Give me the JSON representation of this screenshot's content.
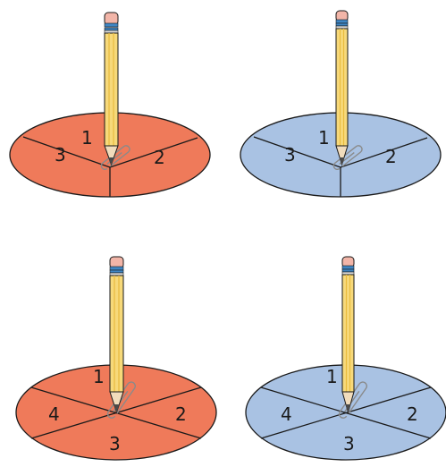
{
  "colors": {
    "orange": "#ef7a5a",
    "blue": "#a9c2e3",
    "pencil_body": "#f7d97a",
    "pencil_stripe": "#e9bb3e",
    "eraser": "#f2b5a8",
    "ferrule_blue": "#3f86c4",
    "wood": "#f1dcbc",
    "graphite": "#4a4a4a",
    "clip": "#8a8a8a"
  },
  "spinners": [
    {
      "id": "spinner-orange-3",
      "color": "orange",
      "labels": [
        "1",
        "2",
        "3"
      ]
    },
    {
      "id": "spinner-blue-3",
      "color": "blue",
      "labels": [
        "1",
        "2",
        "3"
      ]
    },
    {
      "id": "spinner-orange-4",
      "color": "orange",
      "labels": [
        "1",
        "2",
        "3",
        "4"
      ]
    },
    {
      "id": "spinner-blue-4",
      "color": "blue",
      "labels": [
        "1",
        "2",
        "3",
        "4"
      ]
    }
  ]
}
